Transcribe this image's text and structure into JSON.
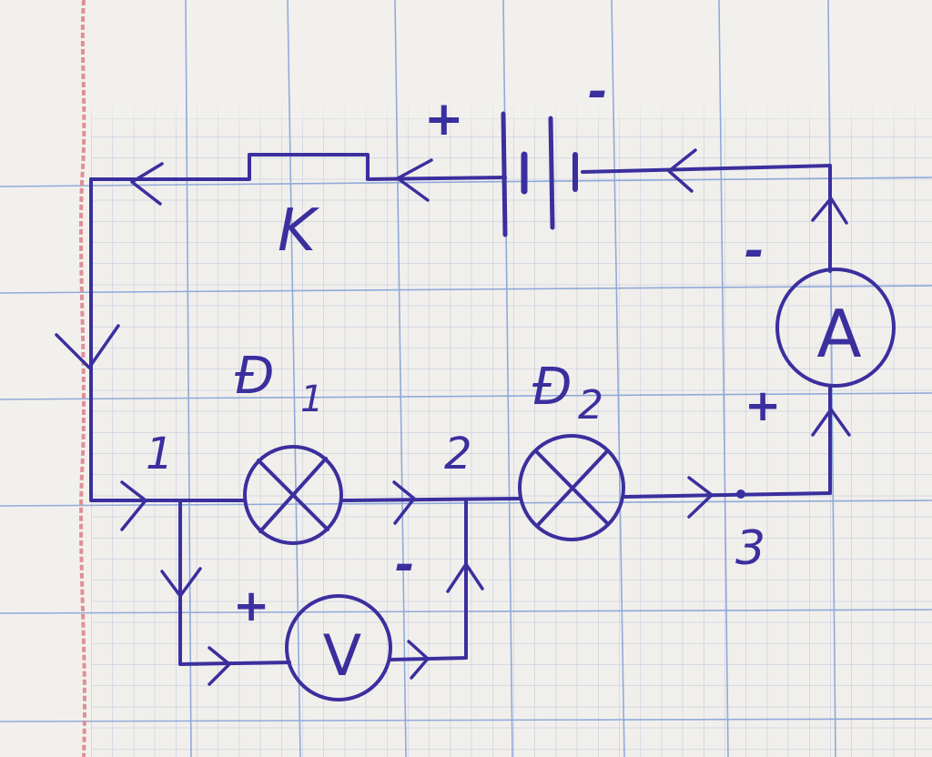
{
  "diagram": {
    "components": {
      "switch_label": "K",
      "lamp1_label_main": "Ɖ",
      "lamp1_label_sub": "1",
      "lamp2_label_main": "Ɖ",
      "lamp2_label_sub": "2",
      "ammeter_label": "A",
      "voltmeter_label": "V"
    },
    "nodes": {
      "node1": "1",
      "node2": "2",
      "node3": "3"
    },
    "polarity": {
      "battery_plus": "+",
      "battery_minus": "-",
      "ammeter_minus": "-",
      "ammeter_plus": "+",
      "voltmeter_plus": "+",
      "voltmeter_minus": "-"
    },
    "colors": {
      "ink": "#3b2f9e",
      "margin_line": "#e08f96",
      "major_grid": "#7f9fd6",
      "minor_grid": "#a9b6dc",
      "paper": "#f1efec"
    }
  }
}
